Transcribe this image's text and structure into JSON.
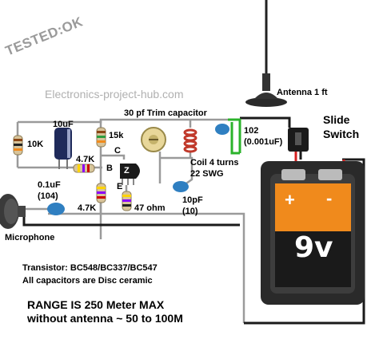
{
  "stamp": "TESTED:OK",
  "watermark": "Electronics-project-hub.com",
  "labels": {
    "antenna": "Antenna 1 ft",
    "trim_cap": "30 pf Trim capacitor",
    "slide_switch_1": "Slide",
    "slide_switch_2": "Switch",
    "r_10k": "10K",
    "c_10uf": "10uF",
    "r_15k": "15k",
    "r_4k7_top": "4.7K",
    "c_0_1uf_1": "0.1uF",
    "c_0_1uf_2": "(104)",
    "node_c": "C",
    "node_b": "B",
    "node_e": "E",
    "transistor_mark": "Z",
    "coil_1": "Coil 4 turns",
    "coil_2": "22 SWG",
    "c_102_1": "102",
    "c_102_2": "(0.001uF)",
    "c_10pf_1": "10pF",
    "c_10pf_2": "(10)",
    "r_4k7_bottom": "4.7K",
    "r_47": "47 ohm",
    "microphone": "Microphone",
    "battery_plus": "+",
    "battery_minus": "-",
    "battery_voltage": "9v",
    "transistor_note": "Transistor: BC548/BC337/BC547",
    "caps_note": "All capacitors are Disc ceramic",
    "range_1": "RANGE IS 250 Meter MAX",
    "range_2": "without antenna ~ 50 to 100M"
  },
  "colors": {
    "wire": "#1a1a1a",
    "grey_wire": "#9a9a9a",
    "green_wire": "#2bb32b",
    "red_wire": "#d42020",
    "battery_orange": "#f08a1c",
    "battery_dark": "#2a2a2a",
    "disc_cap": "#2f7fc1",
    "coil": "#c0392b"
  }
}
